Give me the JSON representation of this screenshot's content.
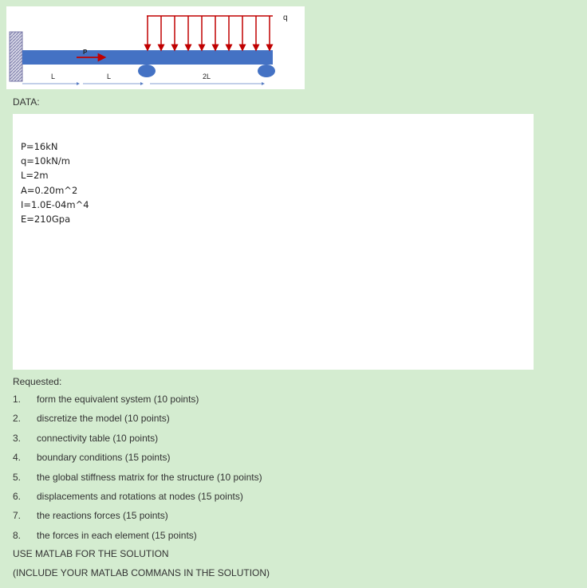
{
  "figure": {
    "labels": {
      "load_q": "q",
      "force_p": "P",
      "span1": "L",
      "span2": "L",
      "span3": "2L"
    },
    "colors": {
      "beam": "#4472c4",
      "load_arrows": "#c00000",
      "support": "#4472c4",
      "wall_hatch": "#8a8ab0",
      "dimension": "#5b7fc4"
    }
  },
  "data_section": {
    "heading": "DATA:",
    "lines": [
      "P=16kN",
      "q=10kN/m",
      "L=2m",
      "A=0.20m^2",
      "I=1.0E-04m^4",
      "E=210Gpa"
    ]
  },
  "requested_section": {
    "heading": "Requested:",
    "items": [
      {
        "num": "1.",
        "text": "form the equivalent system (10 points)"
      },
      {
        "num": "2.",
        "text": "discretize the model (10 points)"
      },
      {
        "num": "3.",
        "text": "connectivity table (10 points)"
      },
      {
        "num": "4.",
        "text": "boundary conditions (15 points)"
      },
      {
        "num": "5.",
        "text": "the global stiffness matrix for the structure (10 points)"
      },
      {
        "num": "6.",
        "text": "displacements and rotations at nodes (15 points)"
      },
      {
        "num": "7.",
        "text": "the reactions forces (15 points)"
      },
      {
        "num": "8.",
        "text": "the forces in each element (15 points)"
      }
    ],
    "footer1": "USE MATLAB FOR THE SOLUTION",
    "footer2": "(INCLUDE YOUR MATLAB COMMANS IN THE SOLUTION)"
  }
}
